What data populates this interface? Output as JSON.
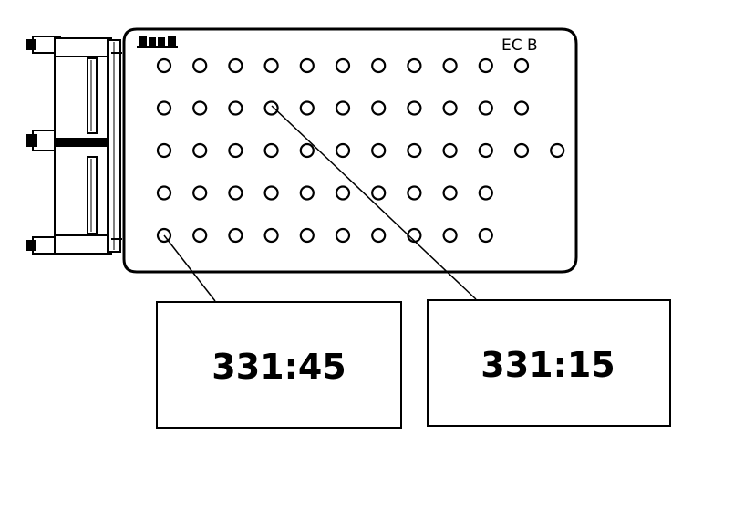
{
  "board": {
    "corner_label": "EC B",
    "logo_text": "",
    "pin_rows": [
      11,
      11,
      12,
      10,
      10
    ]
  },
  "callouts": [
    {
      "label": "331:45",
      "pin_row": 5,
      "pin_col": 1
    },
    {
      "label": "331:15",
      "pin_row": 2,
      "pin_col": 4
    }
  ]
}
